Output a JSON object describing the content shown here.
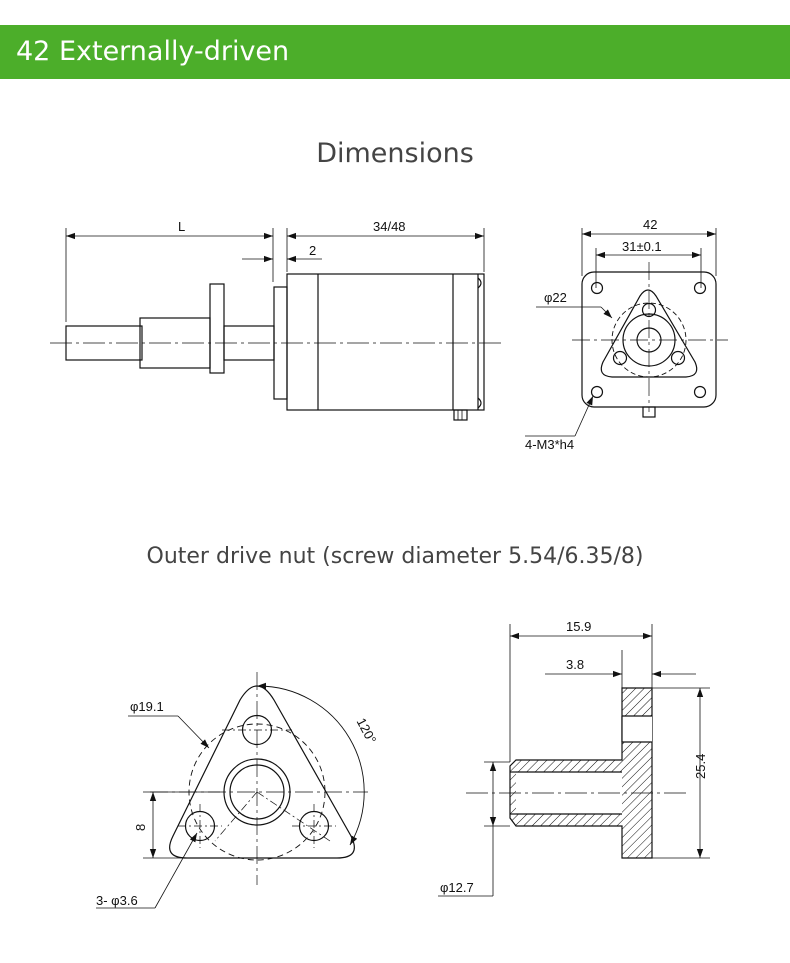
{
  "header": {
    "title": "42 Externally-driven",
    "color": "#4cae2a"
  },
  "sections": {
    "dimensions_title": "Dimensions",
    "nut_title": "Outer drive nut (screw diameter 5.54/6.35/8)"
  },
  "motor_side_view": {
    "dim_length": "L",
    "dim_body": "34/48",
    "dim_flange": "2"
  },
  "motor_front_view": {
    "dim_width": "42",
    "dim_hole_spacing": "31±0.1",
    "dim_boss": "φ22",
    "dim_holes": "4-M3*h4"
  },
  "nut_front_view": {
    "dim_diameter": "φ19.1",
    "dim_angle": "120°",
    "dim_offset": "8",
    "dim_holes": "3- φ3.6"
  },
  "nut_side_view": {
    "dim_length": "15.9",
    "dim_flange": "3.8",
    "dim_height": "25.4",
    "dim_bore": "φ12.7"
  }
}
